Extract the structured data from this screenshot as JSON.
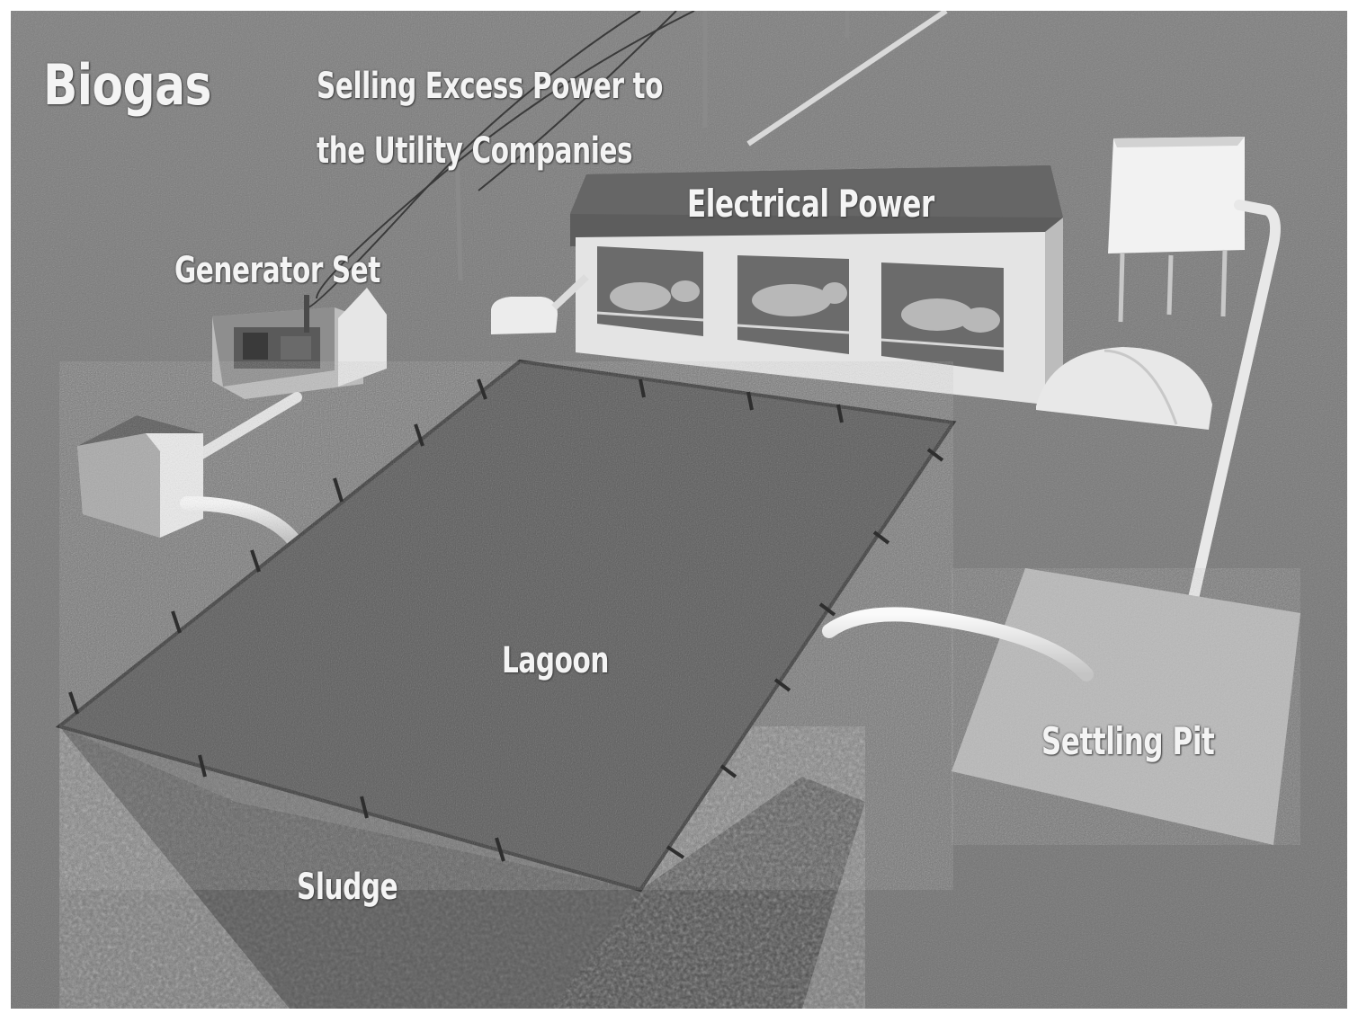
{
  "title": "Biogas",
  "labels": {
    "selling_line1": "Selling Excess Power to",
    "selling_line2": "the Utility Companies",
    "electrical_power": "Electrical Power",
    "generator_set": "Generator Set",
    "lagoon": "Lagoon",
    "settling_pit": "Settling Pit",
    "sludge": "Sludge"
  }
}
